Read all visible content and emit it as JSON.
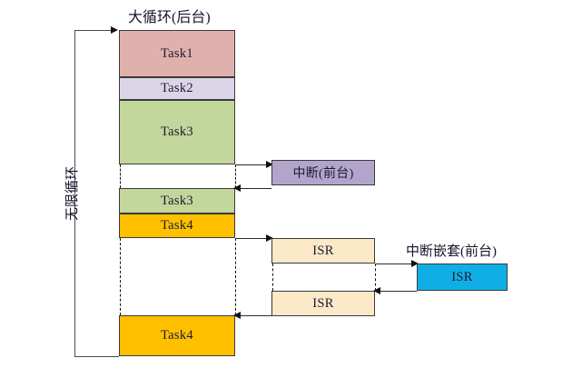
{
  "diagram": {
    "title_background": "大循环(后台)",
    "loop_label": "无限循环",
    "foreground_interrupt_label": "中断(前台)",
    "nested_interrupt_label": "中断嵌套(前台)",
    "footnote": "",
    "colors": {
      "task1": "#E0B0AC",
      "task2": "#DCD5E8",
      "task3": "#C3D69B",
      "task4": "#FFC000",
      "interrupt": "#B2A5CB",
      "isr": "#FBE9C8",
      "isr_nested": "#0FAFE6",
      "stroke": "#2b2b2b",
      "background": "#ffffff"
    },
    "background_column": {
      "name": "大循环(后台)",
      "blocks": [
        {
          "label": "Task1",
          "color_key": "task1"
        },
        {
          "label": "Task2",
          "color_key": "task2"
        },
        {
          "label": "Task3",
          "color_key": "task3"
        },
        {
          "label": "",
          "color_key": "gap"
        },
        {
          "label": "Task3",
          "color_key": "task3"
        },
        {
          "label": "Task4",
          "color_key": "task4"
        },
        {
          "label": "",
          "color_key": "gap"
        },
        {
          "label": "Task4",
          "color_key": "task4"
        }
      ]
    },
    "interrupt_column": {
      "name": "中断(前台)",
      "blocks": [
        {
          "label": "中断(前台)",
          "color_key": "interrupt"
        }
      ]
    },
    "isr_column": {
      "name": "ISR",
      "blocks": [
        {
          "label": "ISR",
          "color_key": "isr"
        },
        {
          "label": "",
          "color_key": "gap"
        },
        {
          "label": "ISR",
          "color_key": "isr"
        }
      ]
    },
    "nested_column": {
      "name": "中断嵌套(前台)",
      "blocks": [
        {
          "label": "ISR",
          "color_key": "isr_nested"
        }
      ]
    }
  }
}
